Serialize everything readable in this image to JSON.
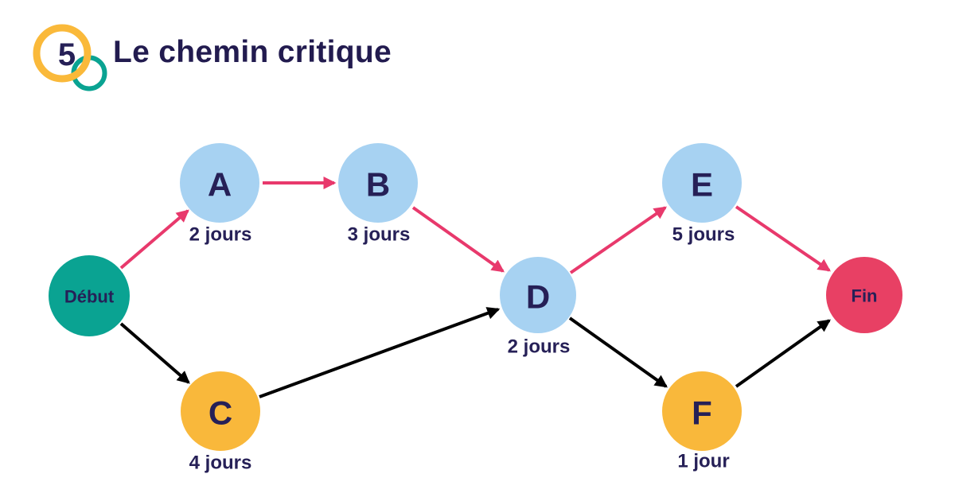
{
  "header": {
    "badge_number": "5",
    "title": "Le chemin critique"
  },
  "colors": {
    "critical_edge": "#E8396C",
    "normal_edge": "#000000",
    "text": "#262057",
    "ring_yellow": "#FAB93A",
    "ring_teal": "#0AA392"
  },
  "diagram": {
    "nodes": [
      {
        "id": "debut",
        "label": "Début",
        "duration": "",
        "color": "#0AA392"
      },
      {
        "id": "A",
        "label": "A",
        "duration": "2 jours",
        "color": "#A7D2F2"
      },
      {
        "id": "B",
        "label": "B",
        "duration": "3 jours",
        "color": "#A7D2F2"
      },
      {
        "id": "C",
        "label": "C",
        "duration": "4 jours",
        "color": "#F9B83B"
      },
      {
        "id": "D",
        "label": "D",
        "duration": "2 jours",
        "color": "#A7D2F2"
      },
      {
        "id": "E",
        "label": "E",
        "duration": "5 jours",
        "color": "#A7D2F2"
      },
      {
        "id": "F",
        "label": "F",
        "duration": "1 jour",
        "color": "#F9B83B"
      },
      {
        "id": "fin",
        "label": "Fin",
        "duration": "",
        "color": "#E84064"
      }
    ],
    "edges": [
      {
        "from": "Début",
        "to": "A",
        "critical": true
      },
      {
        "from": "A",
        "to": "B",
        "critical": true
      },
      {
        "from": "B",
        "to": "D",
        "critical": true
      },
      {
        "from": "D",
        "to": "E",
        "critical": true
      },
      {
        "from": "E",
        "to": "Fin",
        "critical": true
      },
      {
        "from": "Début",
        "to": "C",
        "critical": false
      },
      {
        "from": "C",
        "to": "D",
        "critical": false
      },
      {
        "from": "D",
        "to": "F",
        "critical": false
      },
      {
        "from": "F",
        "to": "Fin",
        "critical": false
      }
    ]
  }
}
